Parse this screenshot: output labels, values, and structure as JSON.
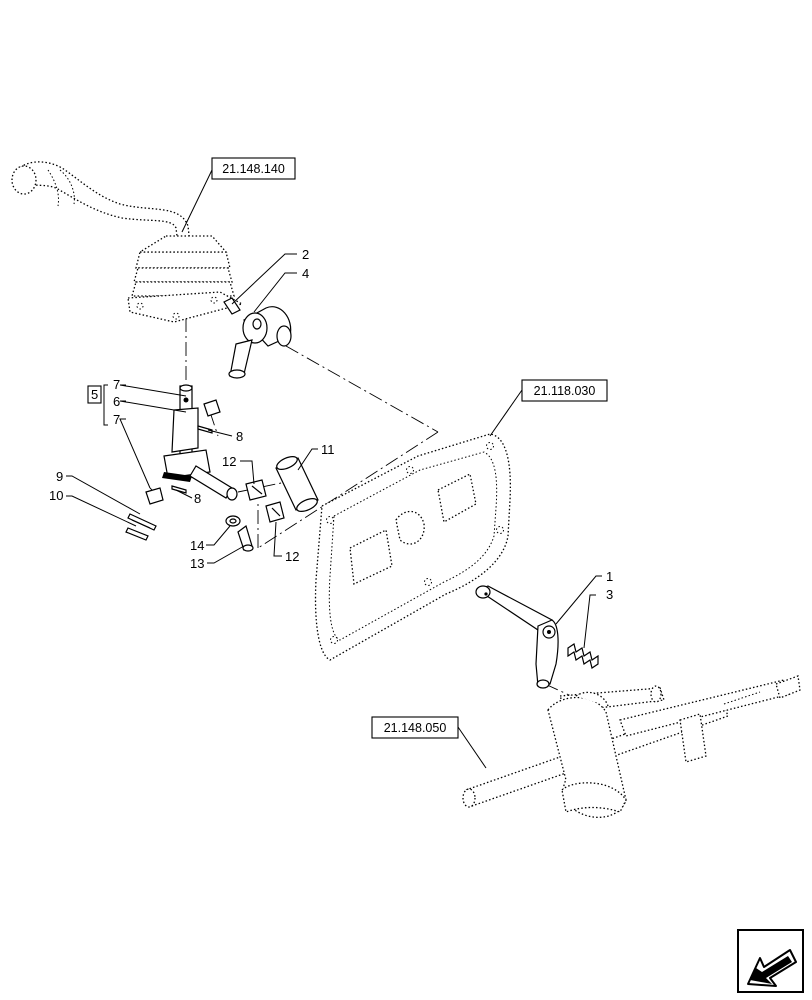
{
  "references": {
    "ref_a": "21.148.140",
    "ref_b": "21.118.030",
    "ref_c": "21.148.050"
  },
  "callouts": {
    "c1": "1",
    "c2": "2",
    "c3": "3",
    "c4": "4",
    "c5": "5",
    "c6": "6",
    "c7_top": "7",
    "c7_bottom": "7",
    "c8_upper": "8",
    "c8_lower": "8",
    "c9": "9",
    "c10": "10",
    "c11": "11",
    "c12_upper": "12",
    "c12_lower": "12",
    "c13": "13",
    "c14": "14"
  },
  "nav_icon": "arrow-down-left-icon"
}
